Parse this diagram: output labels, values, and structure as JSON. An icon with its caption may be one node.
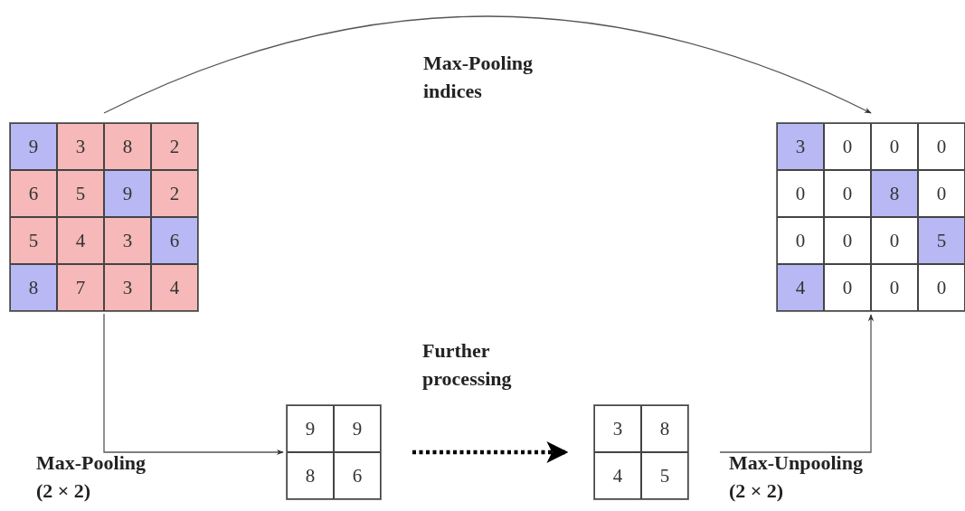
{
  "diagram": {
    "nodes": [
      {
        "text": [],
        "shape": "box"
      },
      {
        "text": [
          "9"
        ],
        "in": 0
      },
      {
        "text": [
          "3"
        ],
        "in": 0
      },
      {
        "text": [
          "8"
        ],
        "in": 0
      },
      {
        "text": [
          "2"
        ],
        "in": 0
      },
      {
        "text": [
          "6"
        ],
        "in": 0
      },
      {
        "text": [
          "5"
        ],
        "in": 0
      },
      {
        "text": [
          "9"
        ],
        "in": 0
      },
      {
        "text": [
          "2"
        ],
        "in": 0
      },
      {
        "text": [
          "5"
        ],
        "in": 0
      },
      {
        "text": [
          "4"
        ],
        "in": 0
      },
      {
        "text": [
          "3"
        ],
        "in": 0
      },
      {
        "text": [
          "6"
        ],
        "in": 0
      },
      {
        "text": [
          "8"
        ],
        "in": 0
      },
      {
        "text": [
          "7"
        ],
        "in": 0
      },
      {
        "text": [
          "3"
        ],
        "in": 0
      },
      {
        "text": [
          "4"
        ],
        "in": 0
      },
      {
        "text": [],
        "shape": "box"
      },
      {
        "text": [
          "3"
        ],
        "in": 17
      },
      {
        "text": [
          "0"
        ],
        "in": 17
      },
      {
        "text": [
          "0"
        ],
        "in": 17
      },
      {
        "text": [
          "0"
        ],
        "in": 17
      },
      {
        "text": [
          "0"
        ],
        "in": 17
      },
      {
        "text": [
          "0"
        ],
        "in": 17
      },
      {
        "text": [
          "8"
        ],
        "in": 17
      },
      {
        "text": [
          "0"
        ],
        "in": 17
      },
      {
        "text": [
          "0"
        ],
        "in": 17
      },
      {
        "text": [
          "0"
        ],
        "in": 17
      },
      {
        "text": [
          "0"
        ],
        "in": 17
      },
      {
        "text": [
          "5"
        ],
        "in": 17
      },
      {
        "text": [
          "4"
        ],
        "in": 17
      },
      {
        "text": [
          "0"
        ],
        "in": 17
      },
      {
        "text": [
          "0"
        ],
        "in": 17
      },
      {
        "text": [
          "0"
        ],
        "in": 17
      },
      {
        "text": [],
        "shape": "box"
      },
      {
        "text": [
          "9"
        ],
        "in": 34
      },
      {
        "text": [
          "9"
        ],
        "in": 34
      },
      {
        "text": [
          "8"
        ],
        "in": 34
      },
      {
        "text": [
          "6"
        ],
        "in": 34
      },
      {
        "text": [],
        "shape": "box"
      },
      {
        "text": [
          "3"
        ],
        "in": 39
      },
      {
        "text": [
          "8"
        ],
        "in": 39
      },
      {
        "text": [
          "4"
        ],
        "in": 39
      },
      {
        "text": [
          "5"
        ],
        "in": 39
      }
    ],
    "edges": [
      {
        "from": 0,
        "to": 17,
        "arrow": "to",
        "label": "Max-Pooling indices"
      },
      {
        "from": 0,
        "to": 34,
        "arrow": "to",
        "label": "Max-Pooling (2 × 2)"
      },
      {
        "from": 34,
        "to": 39,
        "arrow": "to",
        "label": "Further processing",
        "style": "dashed"
      },
      {
        "from": 39,
        "to": 17,
        "arrow": "to",
        "label": "Max-Unpooling (2 × 2)"
      }
    ]
  }
}
